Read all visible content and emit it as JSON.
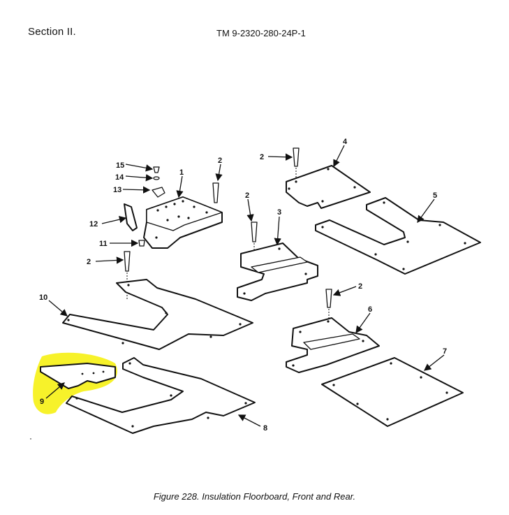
{
  "header": {
    "section": "Section II.",
    "manual_id": "TM 9-2320-280-24P-1"
  },
  "caption": "Figure 228.  Insulation Floorboard, Front and Rear.",
  "highlight_color": "#f7f22a",
  "callouts": {
    "c1": "1",
    "c2a": "2",
    "c2b": "2",
    "c2c": "2",
    "c2d": "2",
    "c2e": "2",
    "c3": "3",
    "c4": "4",
    "c5": "5",
    "c6": "6",
    "c7": "7",
    "c8": "8",
    "c9": "9",
    "c10": "10",
    "c11": "11",
    "c12": "12",
    "c13": "13",
    "c14": "14",
    "c15": "15"
  }
}
